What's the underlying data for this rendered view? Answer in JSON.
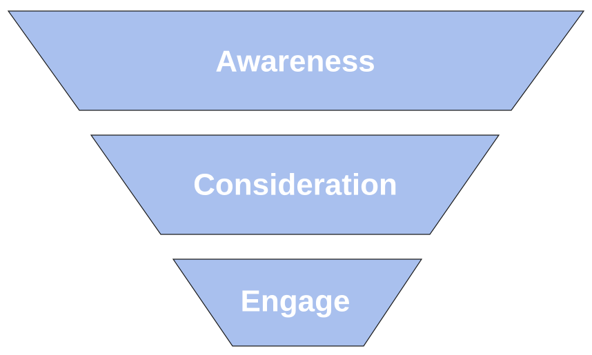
{
  "diagram": {
    "type": "funnel",
    "fill_color": "#a9c0ee",
    "stroke_color": "#1a1a1a",
    "label_color": "#ffffff",
    "stages": [
      {
        "label": "Awareness"
      },
      {
        "label": "Consideration"
      },
      {
        "label": "Engage"
      }
    ]
  }
}
